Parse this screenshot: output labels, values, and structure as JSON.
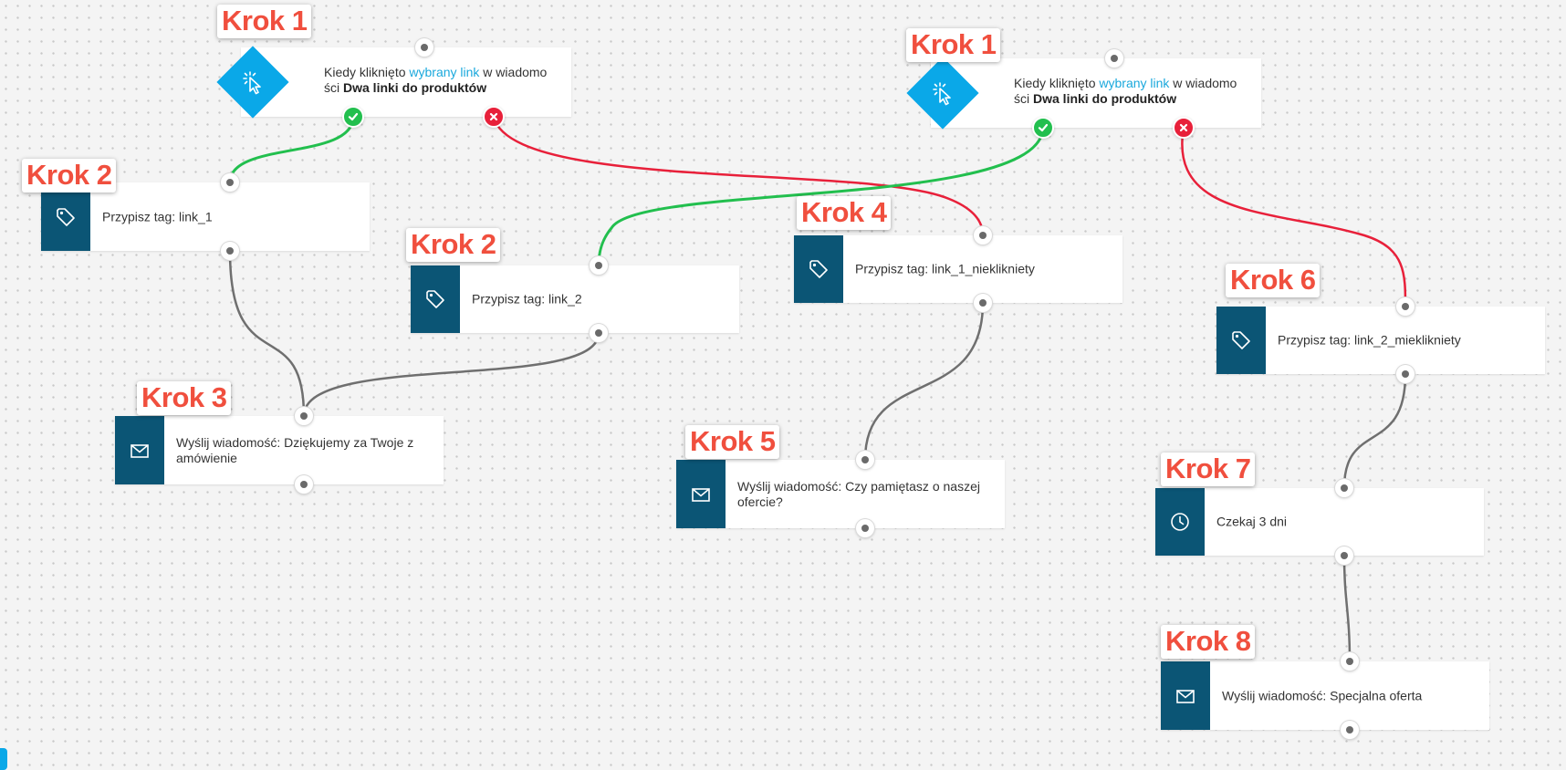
{
  "colors": {
    "canvas_background": "#f4f4f4",
    "action_icon_background": "#0b5575",
    "condition_diamond": "#0aa8e8",
    "link_highlight": "#1aa8dc",
    "yes_path": "#22bf4e",
    "no_path": "#e8203a",
    "default_path": "#6f6f6f",
    "step_label": "#f04f3e"
  },
  "conditions": [
    {
      "step_label": "Krok 1",
      "icon": "pointer-click-icon",
      "text_before": "Kiedy kliknięto ",
      "link_text": "wybrany link",
      "text_middle": " w wiadomo ści ",
      "message_name": "Dwa linki do produktów"
    },
    {
      "step_label": "Krok 1",
      "icon": "pointer-click-icon",
      "text_before": "Kiedy kliknięto ",
      "link_text": "wybrany link",
      "text_middle": " w wiadomo ści ",
      "message_name": "Dwa linki do produktów"
    }
  ],
  "actions": [
    {
      "step_label": "Krok 2",
      "icon": "tag-icon",
      "text": "Przypisz tag: link_1"
    },
    {
      "step_label": "Krok 2",
      "icon": "tag-icon",
      "text": "Przypisz tag: link_2"
    },
    {
      "step_label": "Krok 3",
      "icon": "envelope-icon",
      "text": "Wyślij wiadomość: Dziękujemy za Twoje z amówienie"
    },
    {
      "step_label": "Krok 4",
      "icon": "tag-icon",
      "text": "Przypisz tag: link_1_nieklikniety"
    },
    {
      "step_label": "Krok 5",
      "icon": "envelope-icon",
      "text": "Wyślij wiadomość: Czy pamiętasz o naszej ofercie?"
    },
    {
      "step_label": "Krok 6",
      "icon": "tag-icon",
      "text": "Przypisz tag: link_2_mieklikniety"
    },
    {
      "step_label": "Krok 7",
      "icon": "clock-icon",
      "text": "Czekaj 3 dni"
    },
    {
      "step_label": "Krok 8",
      "icon": "envelope-icon",
      "text": "Wyślij wiadomość: Specjalna oferta"
    }
  ]
}
